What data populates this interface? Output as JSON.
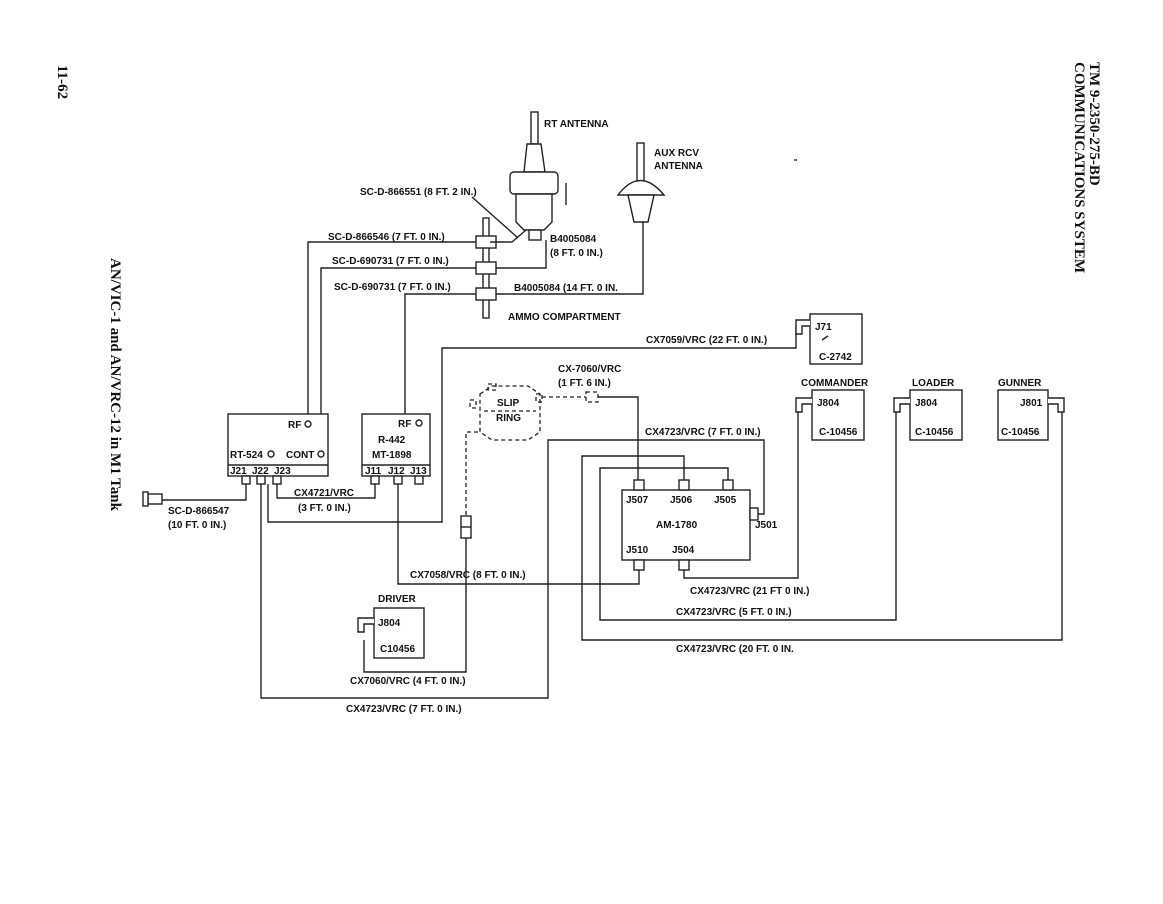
{
  "header": {
    "page_number": "11-62",
    "doc_id": "TM 9-2350-275-BD",
    "doc_subtitle": "COMMUNICATIONS SYSTEM",
    "figure_title": "AN/VIC-1 and AN/VRC-12 in M1 Tank"
  },
  "antennas": {
    "rt": "RT ANTENNA",
    "aux_line1": "AUX RCV",
    "aux_line2": "ANTENNA"
  },
  "compartment": "AMMO COMPARTMENT",
  "units": {
    "rt524": {
      "name": "RT-524",
      "rf": "RF",
      "cont": "CONT",
      "j21": "J21",
      "j22": "J22",
      "j23": "J23"
    },
    "r442": {
      "rf": "RF",
      "name": "R-442",
      "mount": "MT-1898",
      "j11": "J11",
      "j12": "J12",
      "j13": "J13"
    },
    "am1780": {
      "name": "AM-1780",
      "j507": "J507",
      "j506": "J506",
      "j505": "J505",
      "j501": "J501",
      "j510": "J510",
      "j504": "J504"
    },
    "c2742": {
      "jack": "J71",
      "name": "C-2742"
    },
    "commander": {
      "title": "COMMANDER",
      "jack": "J804",
      "name": "C-10456"
    },
    "loader": {
      "title": "LOADER",
      "jack": "J804",
      "name": "C-10456"
    },
    "gunner": {
      "title": "GUNNER",
      "jack": "J801",
      "name": "C-10456"
    },
    "driver": {
      "title": "DRIVER",
      "jack": "J804",
      "name": "C10456"
    },
    "slip_ring": {
      "line1": "SLIP",
      "line2": "RING"
    }
  },
  "cables": {
    "sc866551": "SC-D-866551 (8 FT. 2 IN.)",
    "sc866546": "SC-D-866546 (7 FT. 0 IN.)",
    "sc690731a": "SC-D-690731 (7 FT. 0 IN.)",
    "sc690731b": "SC-D-690731 (7 FT. 0 IN.)",
    "b4005084a_1": "B4005084",
    "b4005084a_2": "(8 FT. 0 IN.)",
    "b4005084b": "B4005084 (14 FT. 0 IN.",
    "cx7059": "CX7059/VRC (22 FT. 0 IN.)",
    "cx7060a_1": "CX-7060/VRC",
    "cx7060a_2": "(1 FT. 6 IN.)",
    "cx4723_7a": "CX4723/VRC (7 FT. 0 IN.)",
    "cx4721_1": "CX4721/VRC",
    "cx4721_2": "(3 FT. 0 IN.)",
    "sc866547_1": "SC-D-866547",
    "sc866547_2": "(10 FT. 0 IN.)",
    "cx7058": "CX7058/VRC (8 FT. 0 IN.)",
    "cx4723_21": "CX4723/VRC (21 FT 0 IN.)",
    "cx4723_5": "CX4723/VRC (5 FT. 0 IN.)",
    "cx4723_20": "CX4723/VRC (20 FT. 0 IN.",
    "cx7060b": "CX7060/VRC (4 FT. 0 IN.)",
    "cx4723_7b": "CX4723/VRC (7 FT. 0 IN.)"
  }
}
